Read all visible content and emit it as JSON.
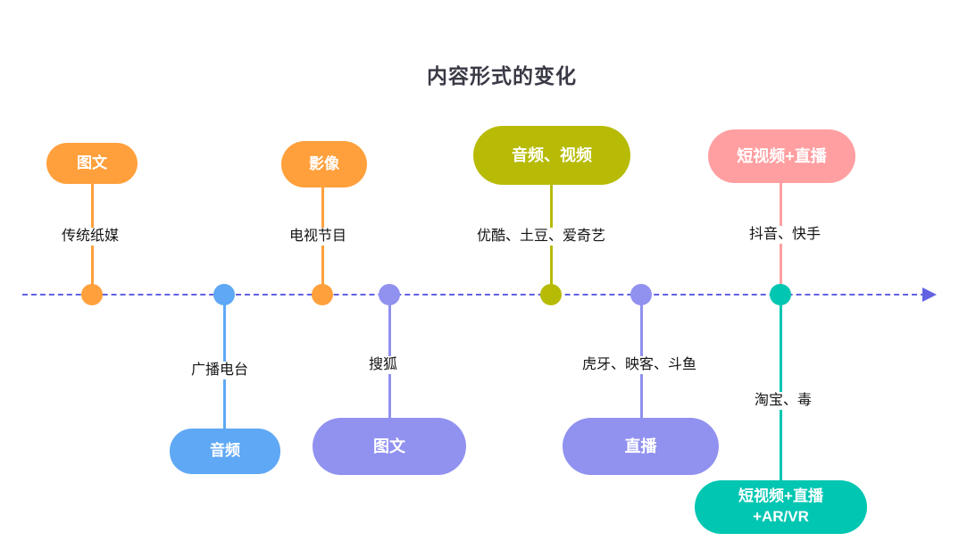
{
  "title": "内容形式的变化",
  "colors": {
    "orange": "#FFA03C",
    "blue": "#5FA8F5",
    "purple": "#9191F0",
    "olive": "#B7BB06",
    "pink": "#FF9FA1",
    "teal": "#00C6B2",
    "timeline": "#6262E2"
  },
  "milestones": [
    {
      "pill": "图文",
      "platform": "传统纸媒"
    },
    {
      "pill": "音频",
      "platform": "广播电台"
    },
    {
      "pill": "影像",
      "platform": "电视节目"
    },
    {
      "pill": "图文",
      "platform": "搜狐"
    },
    {
      "pill": "音频、视频",
      "platform": "优酷、土豆、爱奇艺"
    },
    {
      "pill": "直播",
      "platform": "虎牙、映客、斗鱼"
    },
    {
      "pill": "短视频+直播",
      "platform": "抖音、快手"
    },
    {
      "pill": "短视频+直播\n+AR/VR",
      "platform": "淘宝、毒"
    }
  ]
}
